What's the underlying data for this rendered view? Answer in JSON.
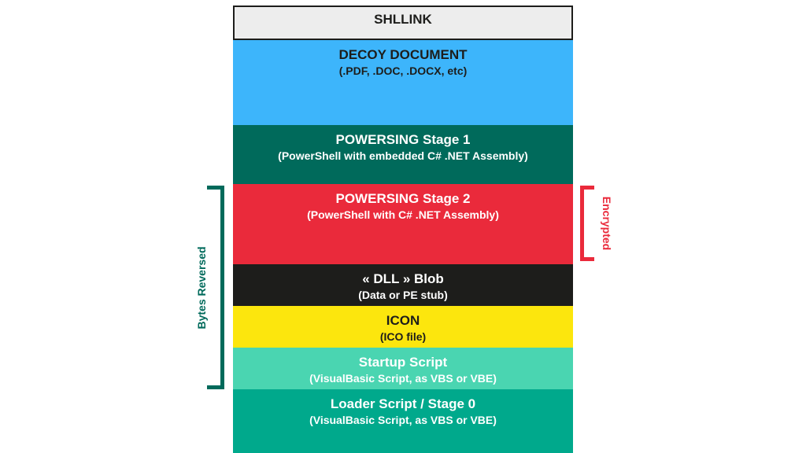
{
  "blocks": [
    {
      "title": "SHLLINK",
      "subtitle": "",
      "color": "#ededed"
    },
    {
      "title": "DECOY DOCUMENT",
      "subtitle": "(.PDF, .DOC, .DOCX, etc)",
      "color": "#3db5fb"
    },
    {
      "title": "POWERSING Stage 1",
      "subtitle": "(PowerShell with embedded C# .NET Assembly)",
      "color": "#006a5b"
    },
    {
      "title": "POWERSING Stage 2",
      "subtitle": "(PowerShell with C# .NET Assembly)",
      "color": "#ea2a3b"
    },
    {
      "title": "« DLL » Blob",
      "subtitle": "(Data or PE stub)",
      "color": "#1d1d1b"
    },
    {
      "title": "ICON",
      "subtitle": "(ICO file)",
      "color": "#fce60d"
    },
    {
      "title": "Startup Script",
      "subtitle": "(VisualBasic Script, as VBS or VBE)",
      "color": "#4ad5b1"
    },
    {
      "title": "Loader Script / Stage 0",
      "subtitle": "(VisualBasic Script, as VBS or VBE)",
      "color": "#00a98c"
    }
  ],
  "annotations": {
    "bytes_reversed": {
      "label": "Bytes Reversed",
      "color": "#006a5b"
    },
    "encrypted": {
      "label": "Encrypted",
      "color": "#ea2a3b"
    }
  }
}
